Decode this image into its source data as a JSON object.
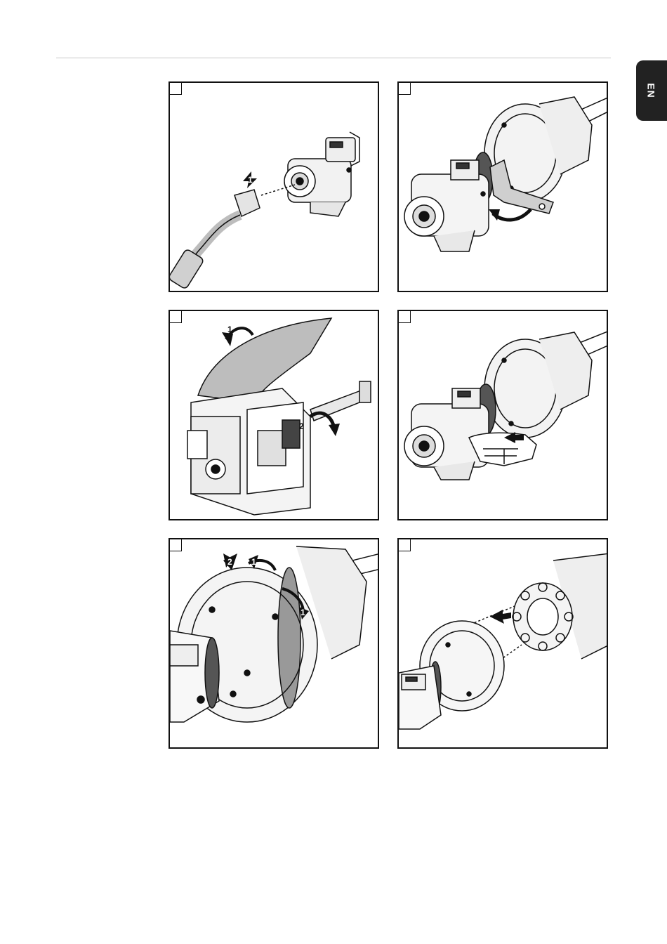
{
  "header": {
    "language_tab": "EN"
  },
  "panels": [
    {
      "callouts": [
        "1"
      ]
    },
    {
      "callouts": []
    },
    {
      "callouts": [
        "1",
        "2"
      ]
    },
    {
      "callouts": []
    },
    {
      "callouts": [
        "1",
        "1",
        "2"
      ]
    },
    {
      "callouts": []
    }
  ],
  "colors": {
    "ink": "#111111",
    "tab": "#222222",
    "rule": "#c8c8c8"
  }
}
